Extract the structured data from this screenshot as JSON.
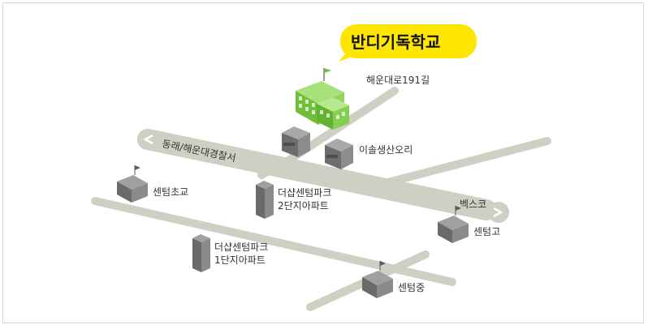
{
  "callout": {
    "title": "반디기독학교",
    "color": "#ffe600"
  },
  "roads": {
    "main": "동래/해운대경찰서",
    "north": "해운대로191길",
    "east": "벡스코"
  },
  "places": {
    "shop": "이솔생산오리",
    "elementary": "센텀초교",
    "apt2": "더샵센텀파크\n2단지아파트",
    "apt2_line1": "더샵센텀파크",
    "apt2_line2": "2단지아파트",
    "apt1_line1": "더샵센텀파크",
    "apt1_line2": "1단지아파트",
    "highschool": "센텀고",
    "middleschool": "센텀중"
  },
  "colors": {
    "road": "#cfcfc4",
    "building": "#7d7d7d",
    "school_highlight": "#7fd048"
  }
}
